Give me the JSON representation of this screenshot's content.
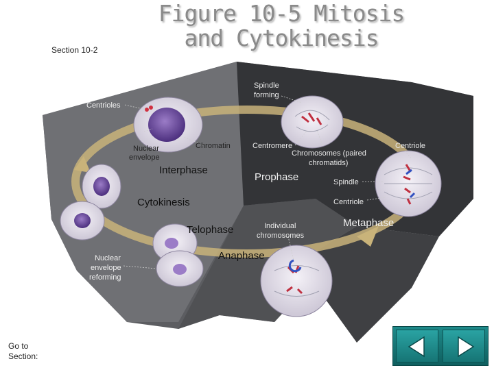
{
  "title": {
    "line1": "Figure 10-5 Mitosis",
    "line2": "and Cytokinesis"
  },
  "section": "Section 10-2",
  "goto_label": {
    "line1": "Go to",
    "line2": "Section:"
  },
  "labels": {
    "spindle_forming_1": "Spindle",
    "spindle_forming_2": "forming",
    "centrioles": "Centrioles",
    "chromatin": "Chromatin",
    "nuclear_envelope_1": "Nuclear",
    "nuclear_envelope_2": "envelope",
    "centromere": "Centromere",
    "chromosomes_1": "Chromosomes (paired",
    "chromosomes_2": "chromatids)",
    "centriole_top": "Centriole",
    "spindle": "Spindle",
    "centriole_mid": "Centriole",
    "individual_1": "Individual",
    "individual_2": "chromosomes",
    "nuclear_reforming_1": "Nuclear",
    "nuclear_reforming_2": "envelope",
    "nuclear_reforming_3": "reforming"
  },
  "phases": {
    "interphase": "Interphase",
    "prophase": "Prophase",
    "metaphase": "Metaphase",
    "anaphase": "Anaphase",
    "telophase": "Telophase",
    "cytokinesis": "Cytokinesis"
  },
  "nav": {
    "prev_icon": "triangle-left-icon",
    "next_icon": "triangle-right-icon"
  },
  "colors": {
    "panel_dark": "#2e2e30",
    "panel_mid": "#55565a",
    "panel_light": "#7b7c80",
    "cycle_arrow": "#c9b37a",
    "cell_purple": "#6a4a9a",
    "nav_teal": "#1e8a8a"
  }
}
